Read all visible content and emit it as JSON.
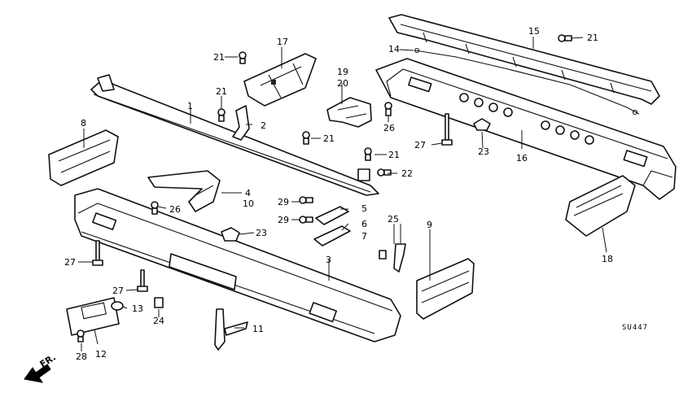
{
  "diagram_code": "SU447",
  "direction_label": "FR.",
  "callouts": {
    "c1": "1",
    "c2": "2",
    "c3": "3",
    "c4": "4",
    "c5": "5",
    "c6": "6",
    "c7": "7",
    "c8": "8",
    "c9": "9",
    "c10": "10",
    "c11": "11",
    "c12": "12",
    "c13": "13",
    "c14": "14",
    "c15": "15",
    "c16": "16",
    "c17": "17",
    "c18": "18",
    "c19": "19",
    "c20": "20",
    "c21": "21",
    "c22": "22",
    "c23": "23",
    "c24": "24",
    "c25": "25",
    "c26": "26",
    "c27": "27",
    "c28": "28",
    "c29": "29"
  },
  "icons": {
    "direction_arrow": "arrow-down-left-icon"
  }
}
